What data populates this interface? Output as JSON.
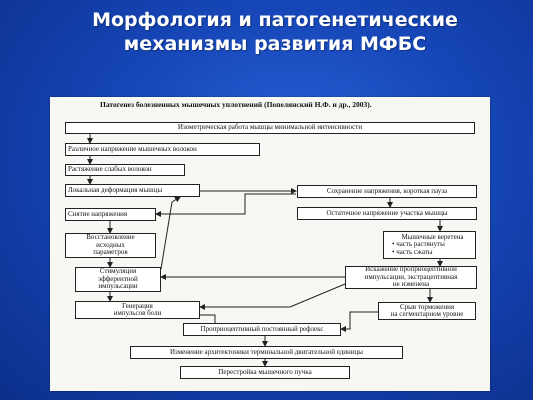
{
  "slide": {
    "title_line1": "Морфология и патогенетические",
    "title_line2": "механизмы развития МФБС"
  },
  "diagram": {
    "heading": "Патогенез болезненных мышечных уплотнений (Попелянский Н.Ф. и др., 2003).",
    "nodes": {
      "isometric": "Изометрическая работа мышцы минимальной интенсивности",
      "diff_tension": "Различное напряжение мышечных волокон",
      "stretch_weak": "Растяжение слабых волокон",
      "local_deform": "Локальная деформация мышцы",
      "keep_tension": "Сохранение напряжения, короткая пауза",
      "release": "Снятие напряжения",
      "residual": "Остаточное напряжение участка мышцы",
      "restore_l1": "Восстановление",
      "restore_l2": "исходных",
      "restore_l3": "параметров",
      "spindles_title": "Мышечные веретена",
      "spindles_item1": "• часть растянуты",
      "spindles_item2": "• часть сжаты",
      "stim_l1": "Стимуляция",
      "stim_l2": "эфферентной",
      "stim_l3": "импульсации",
      "distort_l1": "Искажение проприоцептивной",
      "distort_l2": "импульсации, экстрацептивная",
      "distort_l3": "не изменена",
      "gen_l1": "Генерация",
      "gen_l2": "импульсов боли",
      "breakdown_l1": "Срыв торможения",
      "breakdown_l2": "на сегментарном уровне",
      "reflex": "Проприоцептивный постоянный рефлекс",
      "architect": "Изменение архитектоники терминальной двигательной единицы",
      "rebuild": "Перестройка мышечного пучка"
    }
  }
}
